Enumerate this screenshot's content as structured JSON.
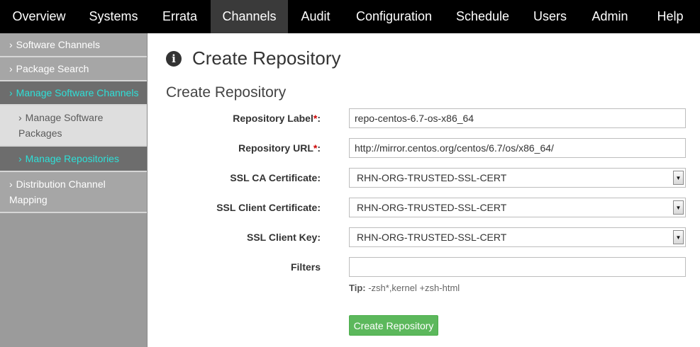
{
  "nav": {
    "tabs": [
      {
        "label": "Overview"
      },
      {
        "label": "Systems"
      },
      {
        "label": "Errata"
      },
      {
        "label": "Channels"
      },
      {
        "label": "Audit"
      },
      {
        "label": "Configuration"
      },
      {
        "label": "Schedule"
      },
      {
        "label": "Users"
      },
      {
        "label": "Admin"
      },
      {
        "label": "Help"
      }
    ],
    "active": "Channels"
  },
  "sidebar": {
    "items": [
      {
        "label": "Software Channels"
      },
      {
        "label": "Package Search"
      },
      {
        "label": "Manage Software Channels"
      },
      {
        "label": "Manage Software Packages"
      },
      {
        "label": "Manage Repositories"
      },
      {
        "label": "Distribution Channel Mapping"
      }
    ],
    "active_color": "#2ee0d8"
  },
  "page": {
    "title": "Create Repository",
    "section_title": "Create Repository"
  },
  "form": {
    "label_field": {
      "label": "Repository Label",
      "required": "*",
      "suffix": ":",
      "value": "repo-centos-6.7-os-x86_64"
    },
    "url_field": {
      "label": "Repository URL",
      "required": "*",
      "suffix": ":",
      "value": "http://mirror.centos.org/centos/6.7/os/x86_64/"
    },
    "ssl_ca": {
      "label": "SSL CA Certificate:",
      "value": "RHN-ORG-TRUSTED-SSL-CERT"
    },
    "ssl_client_cert": {
      "label": "SSL Client Certificate:",
      "value": "RHN-ORG-TRUSTED-SSL-CERT"
    },
    "ssl_client_key": {
      "label": "SSL Client Key:",
      "value": "RHN-ORG-TRUSTED-SSL-CERT"
    },
    "filters": {
      "label": "Filters",
      "value": ""
    },
    "tip_label": "Tip:",
    "tip_text": " -zsh*,kernel +zsh-html",
    "submit_label": "Create Repository"
  },
  "colors": {
    "nav_bg": "#000000",
    "nav_active": "#3a3a3a",
    "button": "#5cb85c",
    "required": "#cc0000"
  }
}
